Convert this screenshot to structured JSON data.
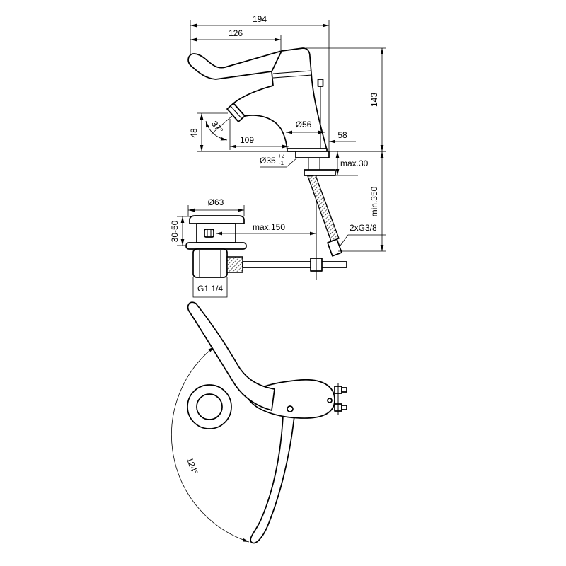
{
  "colors": {
    "line": "#000000",
    "background": "#ffffff"
  },
  "side_view": {
    "overall_length": "194",
    "lever_length": "126",
    "overall_height": "143",
    "outlet_angle": "37°",
    "outlet_height": "48",
    "spout_reach": "109",
    "body_diameter": "Ø56",
    "rear_depth": "58",
    "hole_diameter": "Ø35",
    "hole_tolerance_upper": "+2",
    "hole_tolerance_lower": "-1",
    "deck_thickness": "max.30",
    "hose_length": "min.350",
    "hose_connection": "2xG3/8"
  },
  "waste": {
    "flange_diameter": "Ø63",
    "basin_thickness": "30-50",
    "rod_length": "max.150",
    "outlet_thread": "G1 1/4"
  },
  "plan_view": {
    "lever_swing_angle": "124°"
  }
}
